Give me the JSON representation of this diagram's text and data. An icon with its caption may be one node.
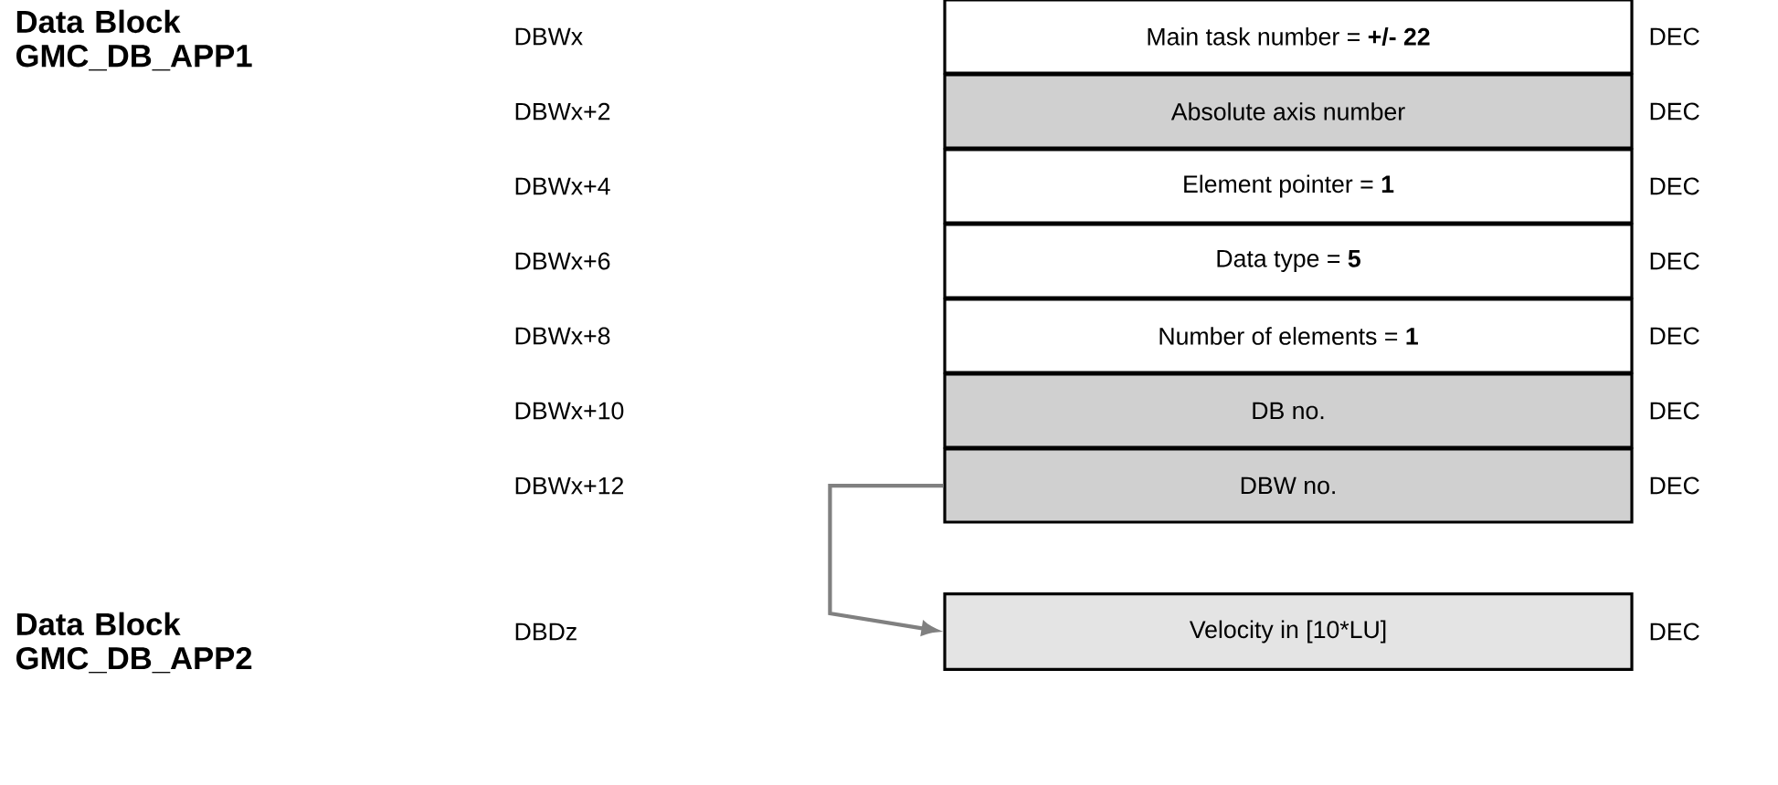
{
  "diagram": {
    "nodes": [
      {
        "text": [
          "Main task number = **+/- 22**"
        ],
        "beside": [
          "DEC"
        ]
      },
      {
        "text": [
          "Absolute axis number"
        ],
        "beside": [
          "DEC"
        ]
      },
      {
        "text": [
          "Element pointer = **1**"
        ],
        "beside": [
          "DEC"
        ]
      },
      {
        "text": [
          "Data type = **5**"
        ],
        "beside": [
          "DEC"
        ]
      },
      {
        "text": [
          "Number of elements = **1**"
        ],
        "beside": [
          "DEC"
        ]
      },
      {
        "text": [
          "DB no."
        ],
        "beside": [
          "DEC"
        ]
      },
      {
        "text": [
          "DBW no."
        ],
        "beside": [
          "DEC"
        ]
      },
      {
        "text": [
          "Velocity in [10*LU]"
        ],
        "beside": [
          "DEC"
        ]
      }
    ],
    "edges": [
      {
        "from": 6,
        "to": 7,
        "arrow": "to",
        "color": "#808080"
      }
    ],
    "labels": [
      "Data Block GMC_DB_APP1",
      "DBWx",
      "DBWx+2",
      "DBWx+4",
      "DBWx+6",
      "DBWx+8",
      "DBWx+10",
      "DBWx+12",
      "Data Block GMC_DB_APP2",
      "DBDz"
    ]
  }
}
